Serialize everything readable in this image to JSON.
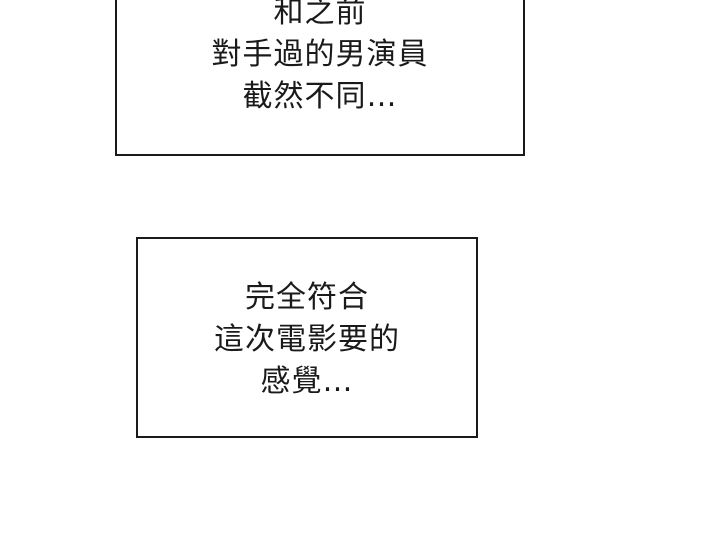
{
  "captions": [
    {
      "lines": [
        "和之前",
        "對手過的男演員",
        "截然不同…"
      ]
    },
    {
      "lines": [
        "完全符合",
        "這次電影要的",
        "感覺…"
      ]
    }
  ]
}
